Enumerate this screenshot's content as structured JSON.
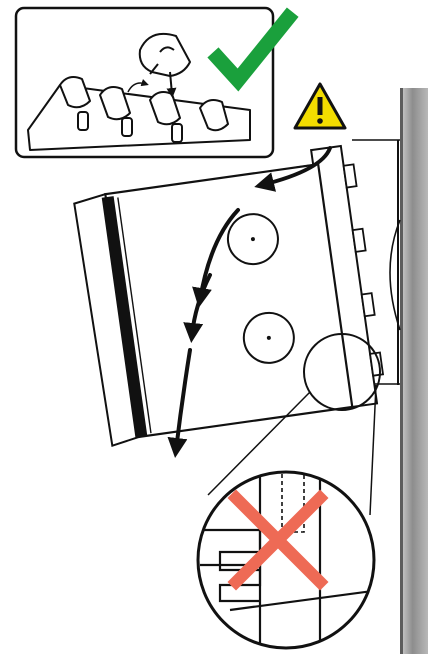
{
  "figure": {
    "type": "installation-diagram",
    "icons": [
      "warning-triangle-icon",
      "checkmark-icon",
      "cross-icon"
    ],
    "colors": {
      "check": "#1aa03c",
      "warning_fill": "#f2dc00",
      "cross": "#ee6a55",
      "line": "#111111",
      "wall": "#9a9a9a"
    },
    "panels": [
      {
        "id": "inset-correct",
        "status": "correct"
      },
      {
        "id": "main-view",
        "status": "instruction"
      },
      {
        "id": "magnifier",
        "status": "incorrect"
      }
    ]
  }
}
